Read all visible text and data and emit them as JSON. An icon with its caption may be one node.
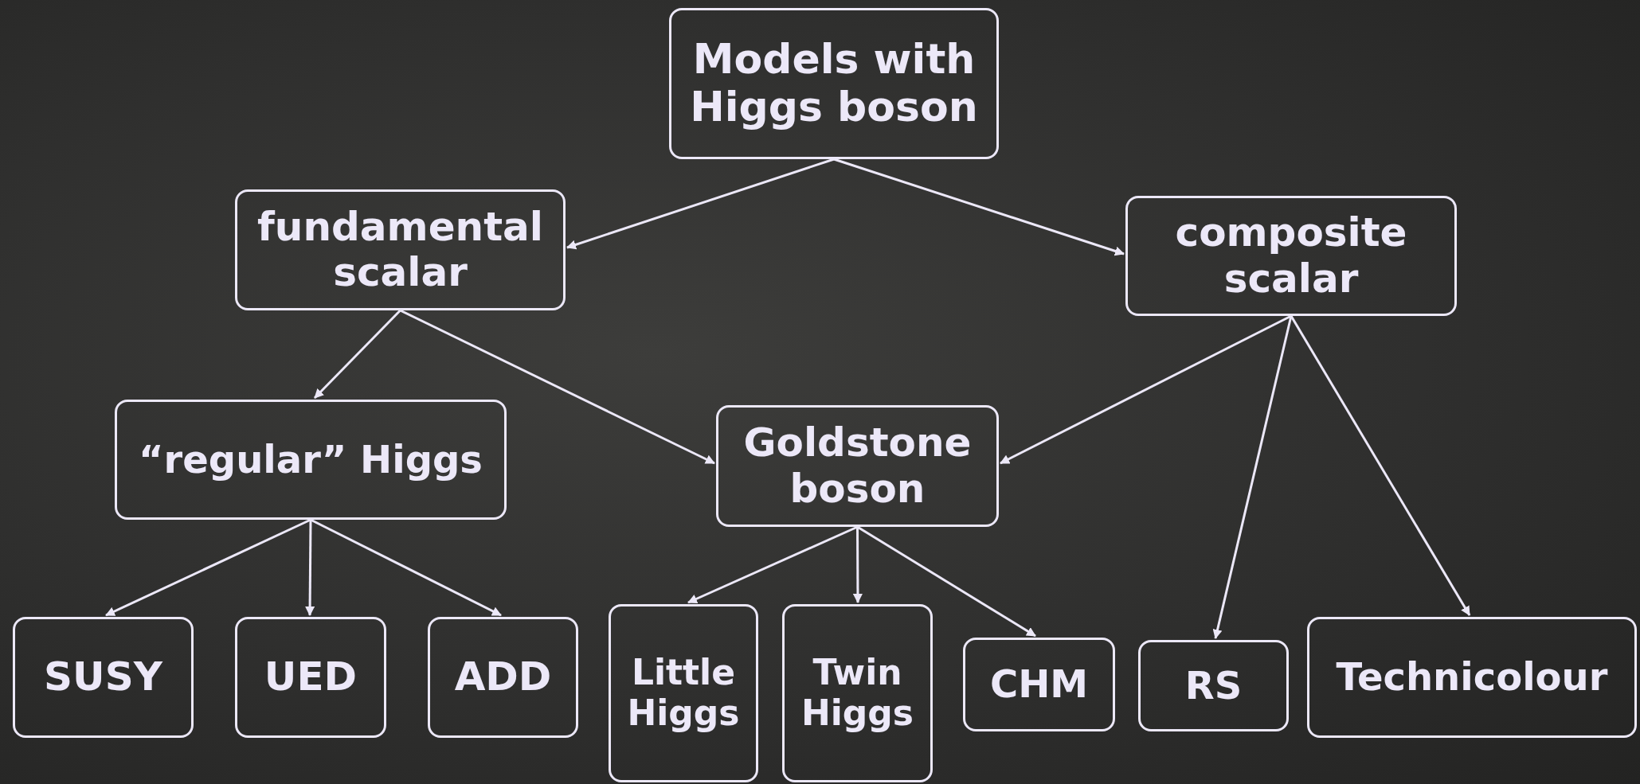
{
  "diagram": {
    "nodes": [
      {
        "text": [
          "Models with Higgs boson"
        ]
      },
      {
        "text": [
          "fundamental scalar"
        ]
      },
      {
        "text": [
          "composite scalar"
        ]
      },
      {
        "text": [
          "“regular” Higgs"
        ]
      },
      {
        "text": [
          "Goldstone boson"
        ]
      },
      {
        "text": [
          "SUSY"
        ]
      },
      {
        "text": [
          "UED"
        ]
      },
      {
        "text": [
          "ADD"
        ]
      },
      {
        "text": [
          "Little Higgs"
        ]
      },
      {
        "text": [
          "Twin Higgs"
        ]
      },
      {
        "text": [
          "CHM"
        ]
      },
      {
        "text": [
          "RS"
        ]
      },
      {
        "text": [
          "Technicolour"
        ]
      }
    ],
    "edges": [
      {
        "from": 0,
        "to": 1,
        "arrow": "to"
      },
      {
        "from": 0,
        "to": 2,
        "arrow": "to"
      },
      {
        "from": 1,
        "to": 3,
        "arrow": "to"
      },
      {
        "from": 1,
        "to": 4,
        "arrow": "to"
      },
      {
        "from": 2,
        "to": 4,
        "arrow": "to"
      },
      {
        "from": 2,
        "to": 11,
        "arrow": "to"
      },
      {
        "from": 2,
        "to": 12,
        "arrow": "to"
      },
      {
        "from": 3,
        "to": 5,
        "arrow": "to"
      },
      {
        "from": 3,
        "to": 6,
        "arrow": "to"
      },
      {
        "from": 3,
        "to": 7,
        "arrow": "to"
      },
      {
        "from": 4,
        "to": 8,
        "arrow": "to"
      },
      {
        "from": 4,
        "to": 9,
        "arrow": "to"
      },
      {
        "from": 4,
        "to": 10,
        "arrow": "to"
      }
    ]
  }
}
